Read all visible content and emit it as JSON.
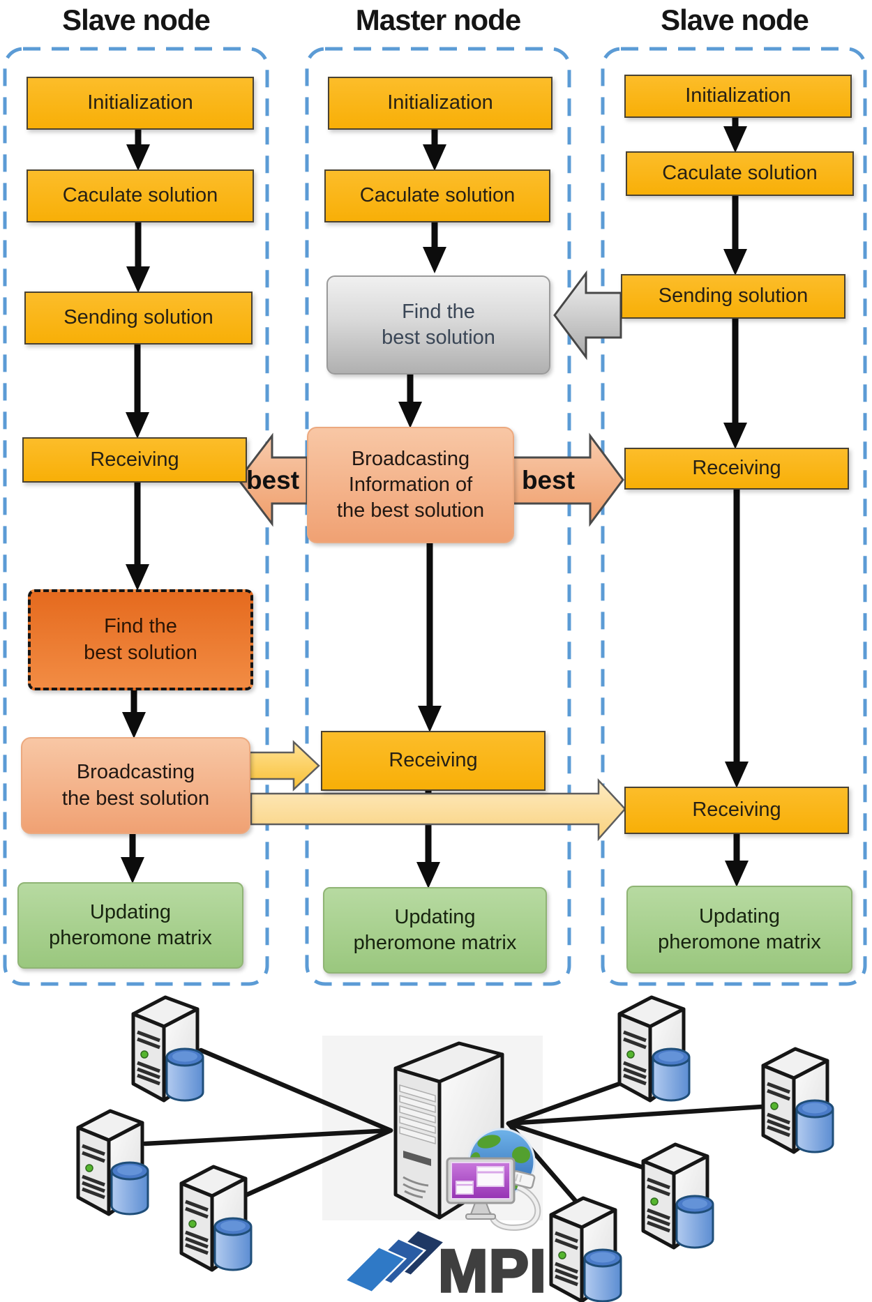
{
  "columns": {
    "left": {
      "title": "Slave node",
      "boxes": {
        "init": "Initialization",
        "calculate": "Caculate solution",
        "sending": "Sending solution",
        "receiving": "Receiving",
        "find_best": "Find the\nbest solution",
        "broadcasting": "Broadcasting\nthe best solution",
        "updating": "Updating\npheromone matrix"
      }
    },
    "master": {
      "title": "Master node",
      "boxes": {
        "init": "Initialization",
        "calculate": "Caculate solution",
        "find_best": "Find the\nbest solution",
        "broadcasting": "Broadcasting\nInformation of\nthe best solution",
        "receiving": "Receiving",
        "updating": "Updating\npheromone matrix"
      }
    },
    "right": {
      "title": "Slave node",
      "boxes": {
        "init": "Initialization",
        "calculate": "Caculate solution",
        "sending": "Sending solution",
        "receiving_best": "Receiving",
        "receiving_broadcast": "Receiving",
        "updating": "Updating\npheromone matrix"
      }
    }
  },
  "arrow_labels": {
    "best_to_left": "best",
    "best_to_right": "best"
  },
  "footer": {
    "mpi_label": "MPI"
  },
  "colors": {
    "process_box_yellow": "#F8AF07",
    "salmon_box": "#F2A87D",
    "highlight_orange_box": "#ED7D31",
    "update_green_box": "#A9D18E",
    "neutral_gray_box": "#C9C9C9",
    "column_dashed_border": "#5B9BD5",
    "mpi_logo_blue": "#2F79C6",
    "database_blue": "#4A7BC8"
  }
}
